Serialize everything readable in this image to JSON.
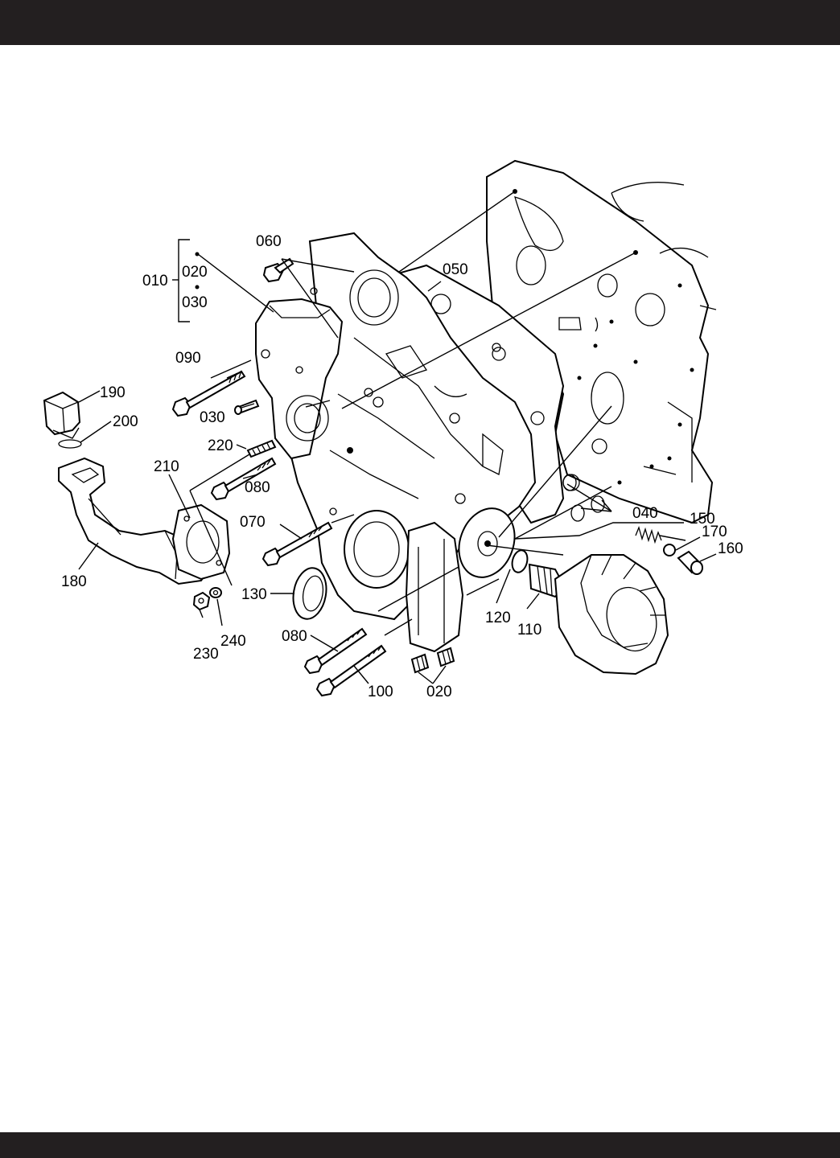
{
  "callouts": {
    "c010": "010",
    "c020_group": "020",
    "c030_group": "030",
    "c060": "060",
    "c050": "050",
    "c090": "090",
    "c190": "190",
    "c200": "200",
    "c030": "030",
    "c220": "220",
    "c210": "210",
    "c080_upper": "080",
    "c070": "070",
    "c040": "040",
    "c150": "150",
    "c170": "170",
    "c160": "160",
    "c180": "180",
    "c130": "130",
    "c120": "120",
    "c110": "110",
    "c230": "230",
    "c240": "240",
    "c080_lower": "080",
    "c100": "100",
    "c020_plugs": "020"
  }
}
